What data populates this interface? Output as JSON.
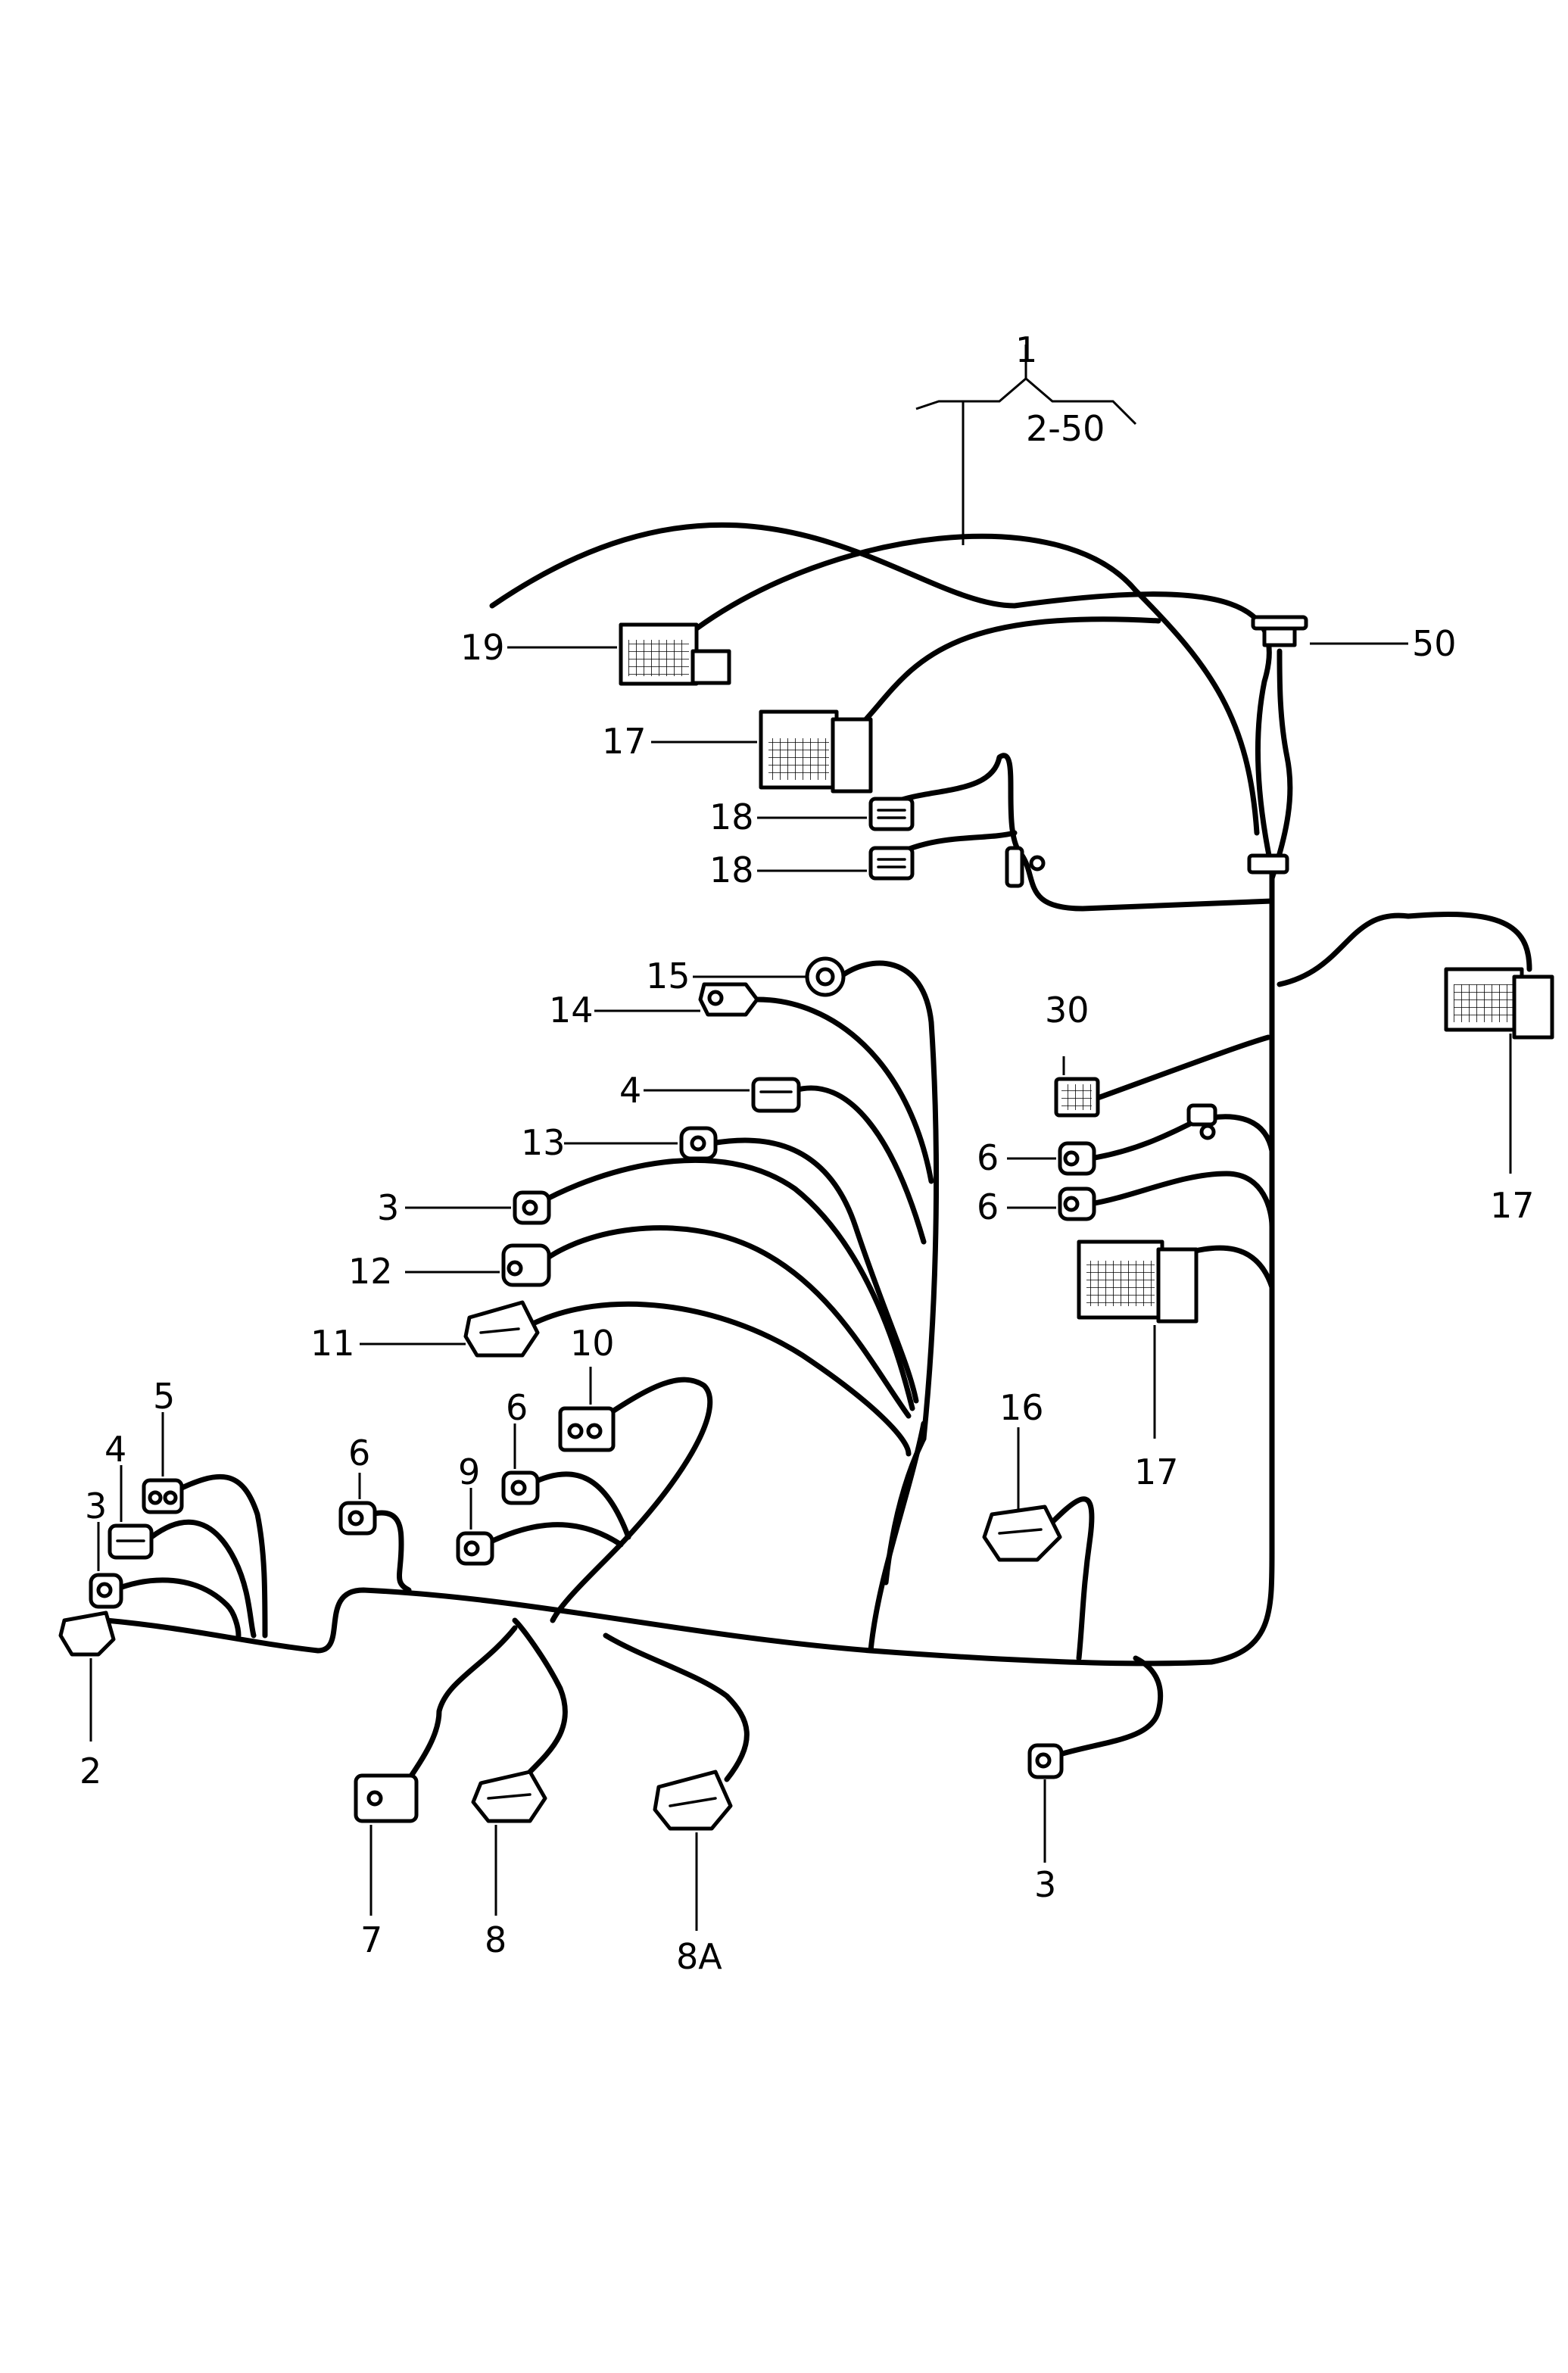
{
  "diagram": {
    "labels": {
      "l1": "1",
      "l2_50": "2-50",
      "l19": "19",
      "l17a": "17",
      "l18a": "18",
      "l18b": "18",
      "l50": "50",
      "l15": "15",
      "l14": "14",
      "l4a": "4",
      "l13": "13",
      "l3a": "3",
      "l12": "12",
      "l11": "11",
      "l10": "10",
      "l30": "30",
      "l6a": "6",
      "l6b": "6",
      "l17b": "17",
      "l17c": "17",
      "l16": "16",
      "l5": "5",
      "l4b": "4",
      "l3b": "3",
      "l2": "2",
      "l6c": "6",
      "l6d": "6",
      "l9": "9",
      "l7": "7",
      "l8": "8",
      "l8a": "8A",
      "l3c": "3"
    }
  }
}
